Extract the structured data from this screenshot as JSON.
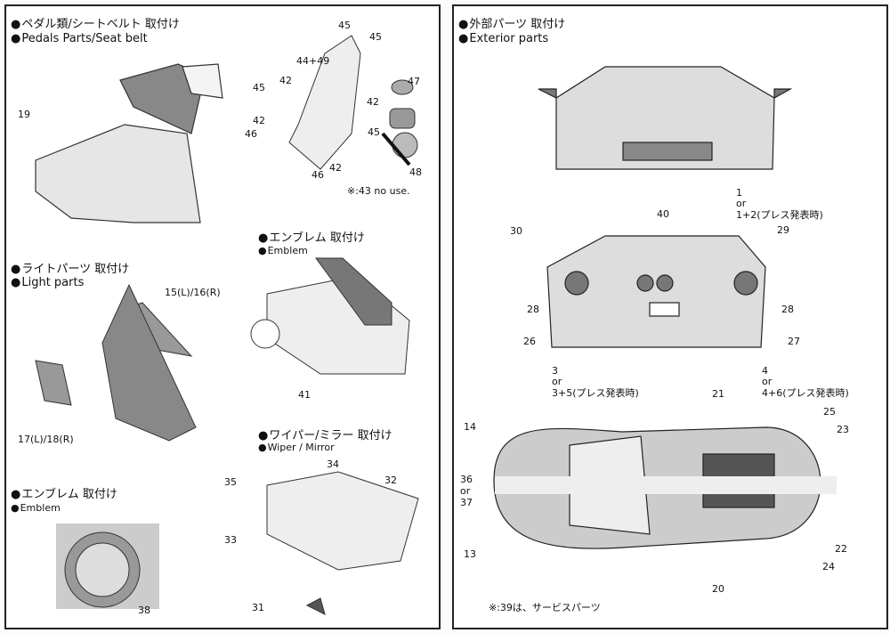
{
  "left_panel": {
    "pedals": {
      "title_jp": "ペダル類/シートベルト 取付け",
      "title_en": "Pedals Parts/Seat belt",
      "note": "※:43 no use."
    },
    "lights": {
      "title_jp": "ライトパーツ 取付け",
      "title_en": "Light parts"
    },
    "emblem_top": {
      "title_jp": "エンブレム 取付け",
      "title_en": "Emblem"
    },
    "wiper": {
      "title_jp": "ワイパー/ミラー 取付け",
      "title_en": "Wiper / Mirror"
    },
    "emblem_bottom": {
      "title_jp": "エンブレム 取付け",
      "title_en": "Emblem"
    }
  },
  "right_panel": {
    "exterior": {
      "title_jp": "外部パーツ 取付け",
      "title_en": "Exterior parts",
      "note": "※:39は、サービスパーツ"
    }
  },
  "part_labels": [
    "19",
    "45",
    "45",
    "44+49",
    "45",
    "42",
    "42",
    "42",
    "46",
    "45",
    "46",
    "42",
    "47",
    "48",
    "15(L)/16(R)",
    "17(L)/18(R)",
    "41",
    "34",
    "35",
    "32",
    "33",
    "31",
    "38",
    "1",
    "or",
    "1+2(プレス発表時)",
    "40",
    "30",
    "29",
    "28",
    "28",
    "26",
    "27",
    "3",
    "or",
    "3+5(プレス発表時)",
    "4",
    "or",
    "4+6(プレス発表時)",
    "21",
    "14",
    "25",
    "23",
    "36",
    "or",
    "37",
    "13",
    "22",
    "24",
    "20"
  ]
}
